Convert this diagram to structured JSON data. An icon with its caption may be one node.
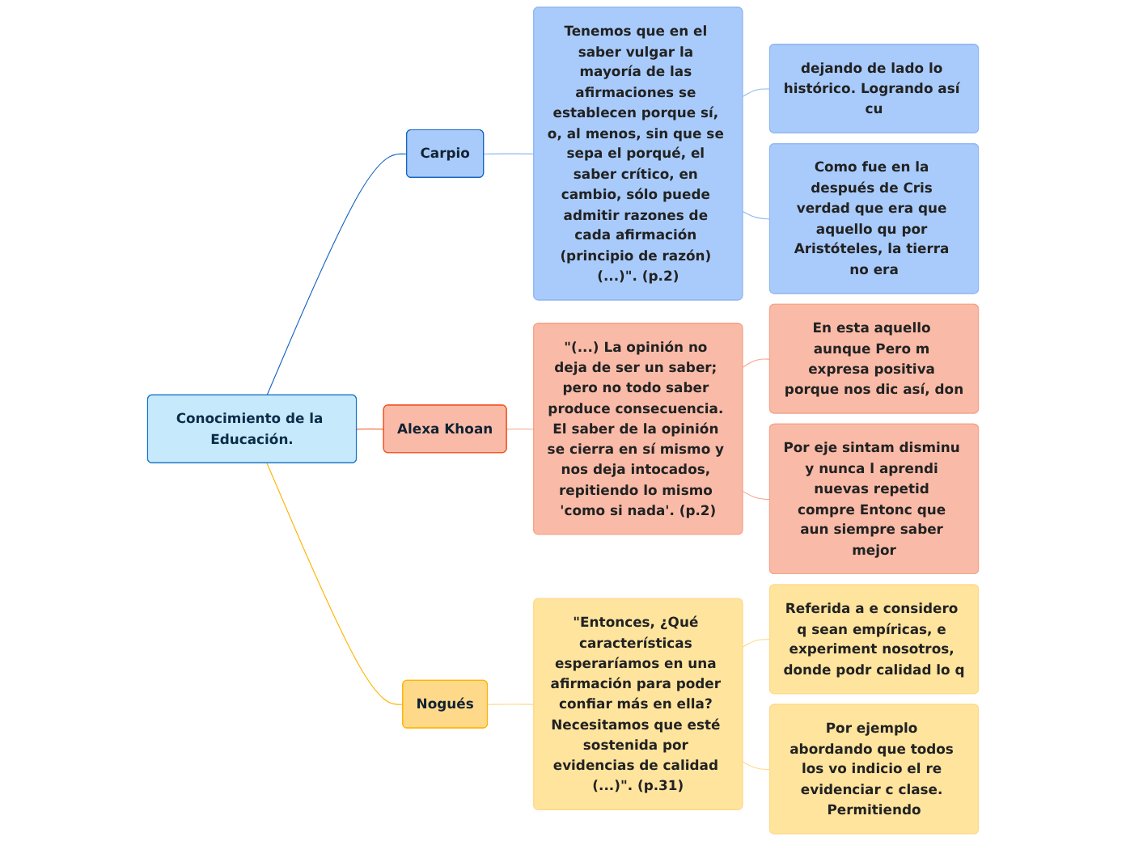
{
  "diagram": {
    "nodes": [
      {
        "text": [
          "Conocimiento de la Educación."
        ]
      },
      {
        "text": [
          "Carpio"
        ]
      },
      {
        "text": [
          "Tenemos que en el saber vulgar la mayoría de las afirmaciones se establecen porque sí, o, al menos, sin que se sepa el porqué, el saber crítico, en cambio, sólo puede admitir razones de cada afirmación (principio de razón) (...)\". (p.2)"
        ]
      },
      {
        "text": [
          "dejando de lado lo histórico. Logrando así cu"
        ]
      },
      {
        "text": [
          "Como fue en la después de Cris verdad que era que aquello qu por Aristóteles, la tierra no era"
        ]
      },
      {
        "text": [
          "Alexa Khoan"
        ]
      },
      {
        "text": [
          "\"(...) La opinión no deja de ser un saber; pero no todo saber produce consecuencia. El saber de la opinión se cierra en sí mismo y nos deja intocados, repitiendo lo mismo 'como si nada'. (p.2)"
        ]
      },
      {
        "text": [
          "En esta aquello aunque Pero m expresa positiva porque nos dic así, don"
        ]
      },
      {
        "text": [
          "Por eje sintam disminu y nunca l aprendi nuevas repetid compre Entonc que aun siempre saber mejor"
        ]
      },
      {
        "text": [
          "Nogués"
        ]
      },
      {
        "text": [
          "\"Entonces, ¿Qué características esperaríamos en una afirmación para poder confiar más en ella? Necesitamos que esté sostenida por evidencias de calidad (...)\". (p.31)"
        ]
      },
      {
        "text": [
          "Referida a e considero q sean empíricas, e experiment nosotros, donde podr calidad lo q"
        ]
      },
      {
        "text": [
          "Por ejemplo abordando que todos los vo indicio el re evidenciar c clase. Permitiendo"
        ]
      }
    ],
    "edges": [
      {
        "from": 0,
        "to": 1,
        "arrow": "none",
        "color": "#1565c0"
      },
      {
        "from": 1,
        "to": 2,
        "arrow": "none",
        "color": "#90b8f0"
      },
      {
        "from": 2,
        "to": 3,
        "arrow": "none",
        "color": "#90b8f0"
      },
      {
        "from": 2,
        "to": 4,
        "arrow": "none",
        "color": "#90b8f0"
      },
      {
        "from": 0,
        "to": 5,
        "arrow": "none",
        "color": "#f4511e"
      },
      {
        "from": 5,
        "to": 6,
        "arrow": "none",
        "color": "#f6a38a"
      },
      {
        "from": 6,
        "to": 7,
        "arrow": "none",
        "color": "#f6a38a"
      },
      {
        "from": 6,
        "to": 8,
        "arrow": "none",
        "color": "#f6a38a"
      },
      {
        "from": 0,
        "to": 9,
        "arrow": "none",
        "color": "#ffb300"
      },
      {
        "from": 9,
        "to": 10,
        "arrow": "none",
        "color": "#ffd98a"
      },
      {
        "from": 10,
        "to": 11,
        "arrow": "none",
        "color": "#ffd98a"
      },
      {
        "from": 10,
        "to": 12,
        "arrow": "none",
        "color": "#ffd98a"
      }
    ]
  }
}
